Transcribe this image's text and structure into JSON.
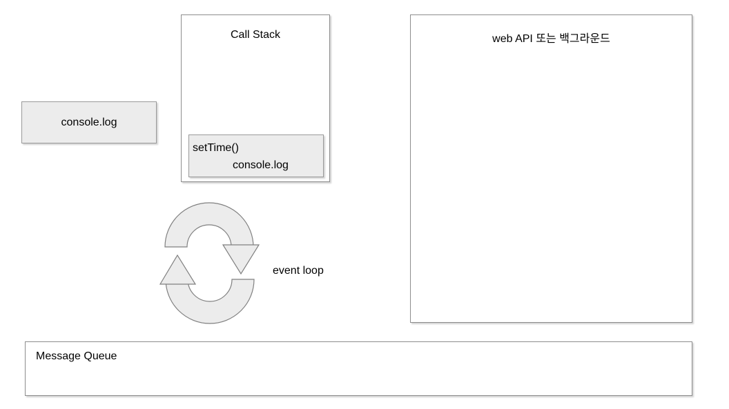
{
  "diagram": {
    "console_log_box": {
      "label": "console.log"
    },
    "call_stack": {
      "title": "Call Stack",
      "frame_line1": "setTime()",
      "frame_line2": "console.log"
    },
    "web_api": {
      "title": "web API 또는 백그라운드"
    },
    "event_loop": {
      "label": "event loop"
    },
    "message_queue": {
      "title": "Message Queue"
    }
  },
  "colors": {
    "background": "#ffffff",
    "box_border": "#8c8c8c",
    "filled_box_bg": "#ececec",
    "filled_box_border": "#999999",
    "icon_fill": "#ececec",
    "icon_stroke": "#7f7f7f",
    "text": "#000000"
  }
}
